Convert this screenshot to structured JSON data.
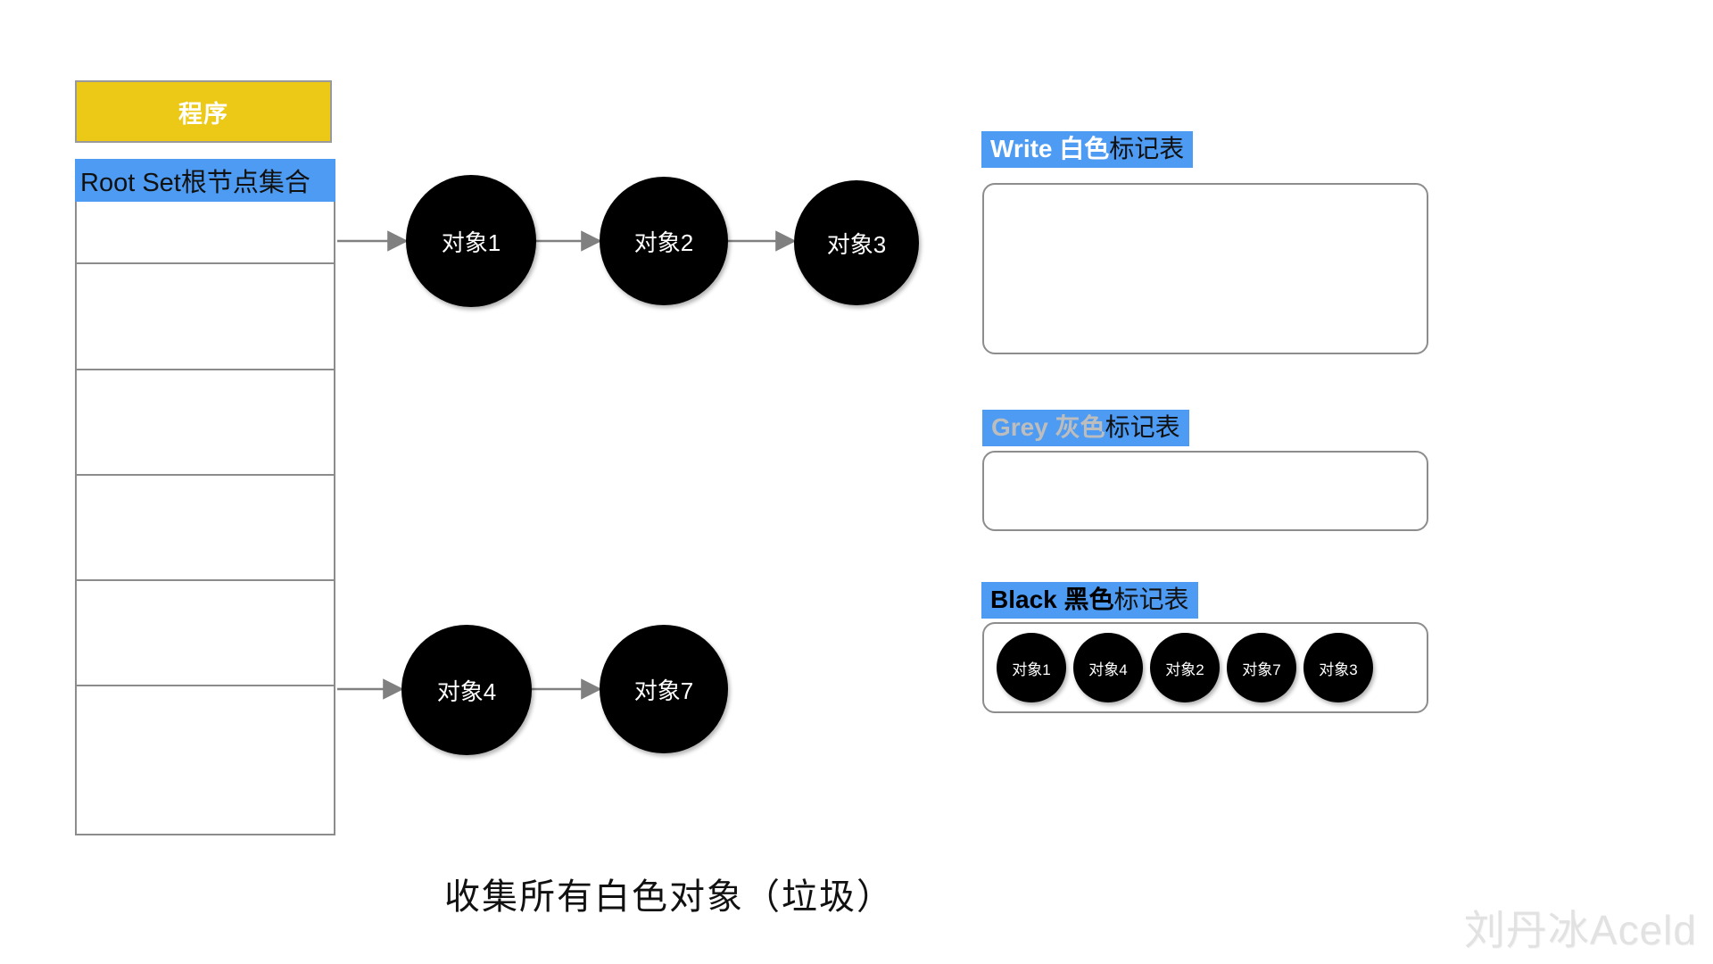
{
  "diagram": {
    "caption": "收集所有白色对象（垃圾）",
    "watermark": "刘丹冰Aceld",
    "colors": {
      "program_fill": "#ecc916",
      "label_highlight": "#4d9bf2",
      "node_fill": "#000000",
      "border_grey": "#8c8c8c",
      "arrow_grey": "#808080"
    }
  },
  "program": {
    "label": "程序"
  },
  "root_set": {
    "header": "Root Set根节点集合",
    "rows": [
      "",
      "",
      "",
      "",
      "",
      ""
    ]
  },
  "graph": {
    "chains": [
      {
        "name": "top-chain",
        "nodes": [
          {
            "label": "对象1"
          },
          {
            "label": "对象2"
          },
          {
            "label": "对象3"
          }
        ]
      },
      {
        "name": "bottom-chain",
        "nodes": [
          {
            "label": "对象4"
          },
          {
            "label": "对象7"
          }
        ]
      }
    ]
  },
  "mark_tables": [
    {
      "key": "white",
      "label_head": "Write 白色",
      "label_tail": "标记表",
      "items": []
    },
    {
      "key": "grey",
      "label_head": "Grey 灰色",
      "label_tail": "标记表",
      "items": []
    },
    {
      "key": "black",
      "label_head": "Black 黑色",
      "label_tail": "标记表",
      "items": [
        {
          "label": "对象1"
        },
        {
          "label": "对象4"
        },
        {
          "label": "对象2"
        },
        {
          "label": "对象7"
        },
        {
          "label": "对象3"
        }
      ]
    }
  ]
}
